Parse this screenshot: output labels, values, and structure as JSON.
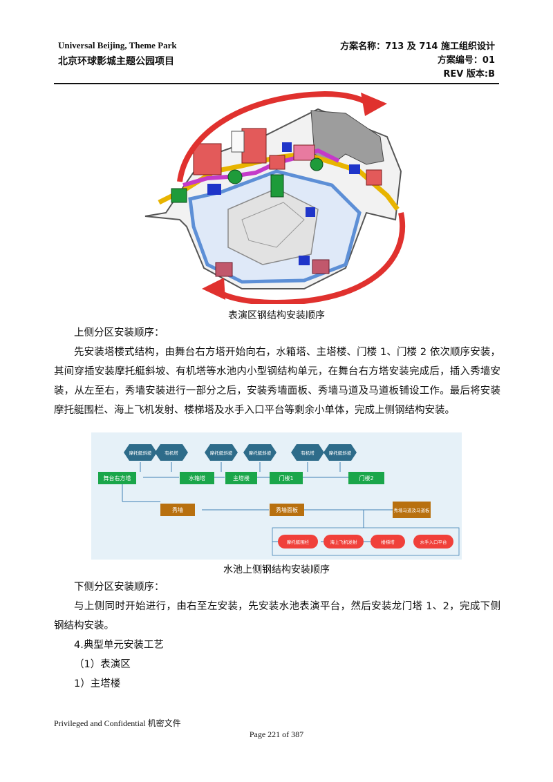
{
  "header": {
    "project_en": "Universal Beijing, Theme Park",
    "project_cn": "北京环球影城主题公园项目",
    "plan_name": "方案名称：713 及 714 施工组织设计",
    "plan_no": "方案编号：01",
    "rev": "REV 版本:B"
  },
  "figure1": {
    "caption": "表演区钢结构安装顺序"
  },
  "section_upper": {
    "title": "上侧分区安装顺序：",
    "body": "先安装塔楼式结构，由舞台右方塔开始向右，水箱塔、主塔楼、门楼 1、门楼 2 依次顺序安装，其间穿插安装摩托艇斜坡、有机塔等水池内小型钢结构单元，在舞台右方塔安装完成后，插入秀墙安装，从左至右，秀墙安装进行一部分之后，安装秀墙面板、秀墙马道及马道板铺设工作。最后将安装摩托艇围栏、海上飞机发射、楼梯塔及水手入口平台等剩余小单体，完成上侧钢结构安装。"
  },
  "flowchart": {
    "caption": "水池上侧钢结构安装顺序",
    "top_diamonds": [
      "摩托艇斜坡",
      "有机塔",
      "摩托艇斜坡",
      "摩托艇斜坡",
      "有机塔",
      "摩托艇斜坡"
    ],
    "main_nodes": [
      "舞台右方塔",
      "水箱塔",
      "主塔楼",
      "门楼1",
      "门楼2"
    ],
    "brown_nodes": [
      "秀墙",
      "秀墙面板",
      "秀墙马道及马道板"
    ],
    "red_nodes": [
      "摩托艇围栏",
      "海上飞机发射",
      "楼梯塔",
      "水手入口平台"
    ]
  },
  "section_lower": {
    "title": "下侧分区安装顺序：",
    "body": "与上侧同时开始进行，由右至左安装，先安装水池表演平台，然后安装龙门塔 1、2，完成下侧钢结构安装。"
  },
  "headings": {
    "h4": "4.典型单元安装工艺",
    "h4_1": "（1）表演区",
    "h4_1_1": "1）主塔楼"
  },
  "footer": {
    "confidential": "Privileged and Confidential 机密文件",
    "page": "Page  221  of  387"
  },
  "colors": {
    "arrow_red": "#e0312e",
    "main_green": "#1aa64a",
    "diamond_blue": "#2e6c8a",
    "brown": "#b8700f",
    "red_node": "#f0403a",
    "pool_blue": "#5d8fd6",
    "flow_bg": "#e6f1f8"
  }
}
